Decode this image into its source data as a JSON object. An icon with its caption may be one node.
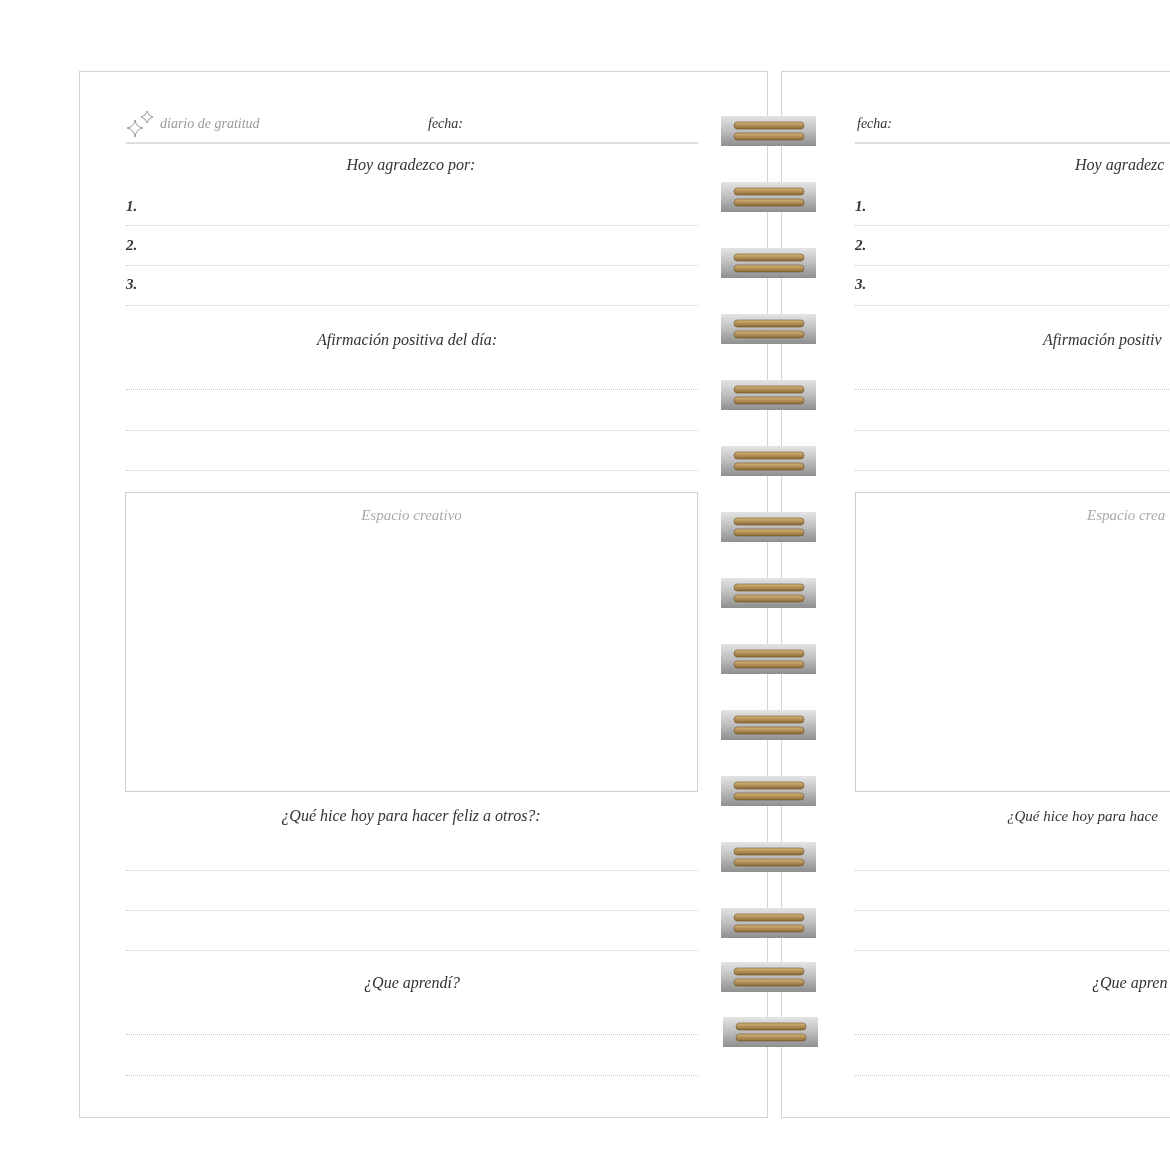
{
  "diagram": {
    "nodes": [
      {
        "text": [
          "Espacio creativo"
        ]
      },
      {
        "text": [
          "Espacio crea"
        ]
      }
    ],
    "labels": [
      "diario de gratitud",
      "fecha:",
      "Hoy agradezco por:",
      "1.",
      "2.",
      "3.",
      "Afirmación positiva del día:",
      "¿Qué hice hoy para hacer feliz a otros?:",
      "¿Que aprendí?",
      "fecha:",
      "Hoy agradezc",
      "1.",
      "2.",
      "3.",
      "Afirmación positiv",
      "¿Qué hice hoy para hace",
      "¿Que apren"
    ]
  }
}
